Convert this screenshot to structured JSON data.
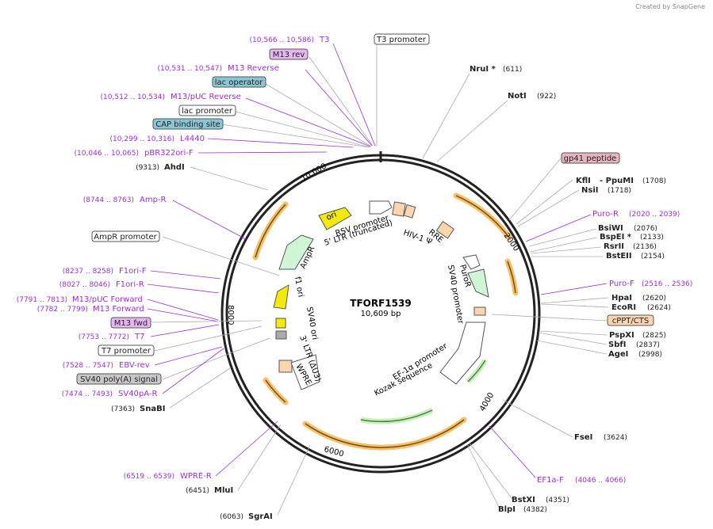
{
  "credit": "Created by SnapGene",
  "plasmid": {
    "name": "TFORF1539",
    "size": "10,609 bp"
  },
  "ticks": [
    "2000",
    "4000",
    "6000",
    "8000",
    "10,000"
  ],
  "left_features": [
    {
      "range": "(10,566 .. 10,586)",
      "name": "T3"
    },
    {
      "range": "",
      "name": "M13 rev",
      "box": "purple"
    },
    {
      "range": "(10,531 .. 10,547)",
      "name": "M13 Reverse"
    },
    {
      "range": "",
      "name": "lac operator",
      "box": "teal"
    },
    {
      "range": "(10,512 .. 10,534)",
      "name": "M13/pUC Reverse"
    },
    {
      "range": "",
      "name": "lac promoter",
      "box": "white"
    },
    {
      "range": "",
      "name": "CAP binding site",
      "box": "teal"
    },
    {
      "range": "(10,299 .. 10,316)",
      "name": "L4440"
    },
    {
      "range": "(10,046 .. 10,065)",
      "name": "pBR322ori-F"
    },
    {
      "range": "(9313)",
      "name": "AhdI",
      "enzyme": true
    },
    {
      "range": "(8744 .. 8763)",
      "name": "Amp-R"
    },
    {
      "range": "",
      "name": "AmpR promoter",
      "box": "white"
    },
    {
      "range": "(8237 .. 8258)",
      "name": "F1ori-F"
    },
    {
      "range": "(8027 .. 8046)",
      "name": "F1ori-R"
    },
    {
      "range": "(7791 .. 7813)",
      "name": "M13/pUC Forward"
    },
    {
      "range": "(7782 .. 7799)",
      "name": "M13 Forward"
    },
    {
      "range": "",
      "name": "M13 fwd",
      "box": "purple"
    },
    {
      "range": "(7753 .. 7772)",
      "name": "T7"
    },
    {
      "range": "",
      "name": "T7 promoter",
      "box": "white"
    },
    {
      "range": "(7528 .. 7547)",
      "name": "EBV-rev"
    },
    {
      "range": "",
      "name": "SV40 poly(A) signal",
      "box": "gray"
    },
    {
      "range": "(7474 .. 7493)",
      "name": "SV40pA-R"
    },
    {
      "range": "(7363)",
      "name": "SnaBI",
      "enzyme": true
    },
    {
      "range": "(6519 .. 6539)",
      "name": "WPRE-R"
    },
    {
      "range": "(6451)",
      "name": "MluI",
      "enzyme": true
    },
    {
      "range": "(6063)",
      "name": "SgrAI",
      "enzyme": true
    }
  ],
  "right_features": [
    {
      "name": "T3 promoter",
      "box": "white"
    },
    {
      "name": "NruI *",
      "pos": "(611)",
      "enzyme": true
    },
    {
      "name": "NotI",
      "pos": "(922)",
      "enzyme": true
    },
    {
      "name": "gp41 peptide",
      "box": "pink"
    },
    {
      "name": "KflI",
      "pos": "",
      "enzyme": true
    },
    {
      "name": "- PpuMI",
      "pos": "(1708)",
      "enzyme": true
    },
    {
      "name": "NsiI",
      "pos": "(1718)",
      "enzyme": true
    },
    {
      "name": "Puro-R",
      "pos": "(2020 .. 2039)"
    },
    {
      "name": "BsiWI",
      "pos": "(2076)",
      "enzyme": true
    },
    {
      "name": "BspEI *",
      "pos": "(2133)",
      "enzyme": true
    },
    {
      "name": "RsrII",
      "pos": "(2136)",
      "enzyme": true
    },
    {
      "name": "BstEII",
      "pos": "(2154)",
      "enzyme": true
    },
    {
      "name": "Puro-F",
      "pos": "(2516 .. 2536)"
    },
    {
      "name": "HpaI",
      "pos": "(2620)",
      "enzyme": true
    },
    {
      "name": "EcoRI",
      "pos": "(2624)",
      "enzyme": true
    },
    {
      "name": "cPPT/CTS",
      "box": "peach"
    },
    {
      "name": "PspXI",
      "pos": "(2825)",
      "enzyme": true
    },
    {
      "name": "SbfI",
      "pos": "(2837)",
      "enzyme": true
    },
    {
      "name": "AgeI",
      "pos": "(2998)",
      "enzyme": true
    },
    {
      "name": "FseI",
      "pos": "(3624)",
      "enzyme": true
    },
    {
      "name": "EF1a-F",
      "pos": "(4046 .. 4066)"
    },
    {
      "name": "BstXI",
      "pos": "(4351)",
      "enzyme": true
    },
    {
      "name": "BlpI",
      "pos": "(4382)",
      "enzyme": true
    }
  ],
  "inner_labels": {
    "ori": "ori",
    "ampr": "AmpR",
    "rsv": "RSV promoter",
    "ltr5": "5' LTR (truncated)",
    "hiv": "HIV-1 Ψ",
    "rre": "RRE",
    "puror": "PuroR",
    "sv40p": "SV40 promoter",
    "ef1a": "EF-1α promoter",
    "kozak": "Kozak sequence",
    "f1ori": "f1 ori",
    "sv40ori": "SV40 ori",
    "ltr3": "3' LTR (ΔU3)",
    "wpre": "WPRE"
  },
  "colors": {
    "purple": "#9a2fd0",
    "teal": "#8cc6d6",
    "pink": "#e8b4c2",
    "peach": "#fbd5b0",
    "gray": "#c8c8c8",
    "orange": "#f5a623",
    "green": "#6ab02d",
    "yellow": "#f3ea0c"
  }
}
